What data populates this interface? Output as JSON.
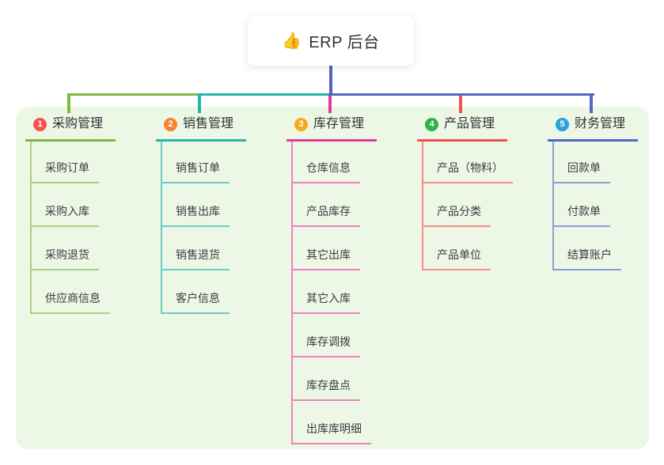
{
  "root": {
    "icon": "👍",
    "title": "ERP 后台"
  },
  "colors": {
    "panel_bg": "#ecf7e5",
    "trunk_blue": "#5263c6"
  },
  "branches": [
    {
      "num": "1",
      "title": "采购管理",
      "badge_color": "#f4544c",
      "line_color": "#7cba3f",
      "sub_line_color": "#a9d284",
      "items": [
        "采购订单",
        "采购入库",
        "采购退货",
        "供应商信息"
      ]
    },
    {
      "num": "2",
      "title": "销售管理",
      "badge_color": "#f8832d",
      "line_color": "#27b3a6",
      "sub_line_color": "#6fccc2",
      "items": [
        "销售订单",
        "销售出库",
        "销售退货",
        "客户信息"
      ]
    },
    {
      "num": "3",
      "title": "库存管理",
      "badge_color": "#f6a81f",
      "line_color": "#e23a9a",
      "sub_line_color": "#ee82c0",
      "items": [
        "仓库信息",
        "产品库存",
        "其它出库",
        "其它入库",
        "库存调拨",
        "库存盘点",
        "出库库明细"
      ]
    },
    {
      "num": "4",
      "title": "产品管理",
      "badge_color": "#2fb24a",
      "line_color": "#f0534f",
      "sub_line_color": "#f58e86",
      "items": [
        "产品（物料）",
        "产品分类",
        "产品单位"
      ]
    },
    {
      "num": "5",
      "title": "财务管理",
      "badge_color": "#2aa2db",
      "line_color": "#5268c4",
      "sub_line_color": "#8aa0dc",
      "items": [
        "回款单",
        "付款单",
        "结算账户"
      ]
    }
  ]
}
